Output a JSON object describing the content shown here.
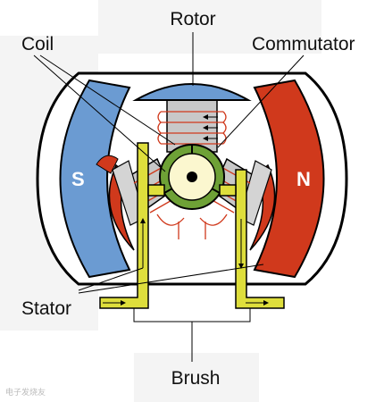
{
  "labels": {
    "rotor": "Rotor",
    "coil": "Coil",
    "commutator": "Commutator",
    "stator": "Stator",
    "brush": "Brush",
    "pole_south": "S",
    "pole_north": "N"
  },
  "watermark": "电子发烧友",
  "colors": {
    "south_pole": "#6b9bd2",
    "north_pole": "#d0391c",
    "rotor_cap": "#6b9bd2",
    "armature": "#c8c8c8",
    "coil_wire": "#d0391c",
    "commutator_ring": "#6ea136",
    "commutator_core": "#fbf7cf",
    "brush": "#dede3c",
    "housing": "#000000"
  }
}
